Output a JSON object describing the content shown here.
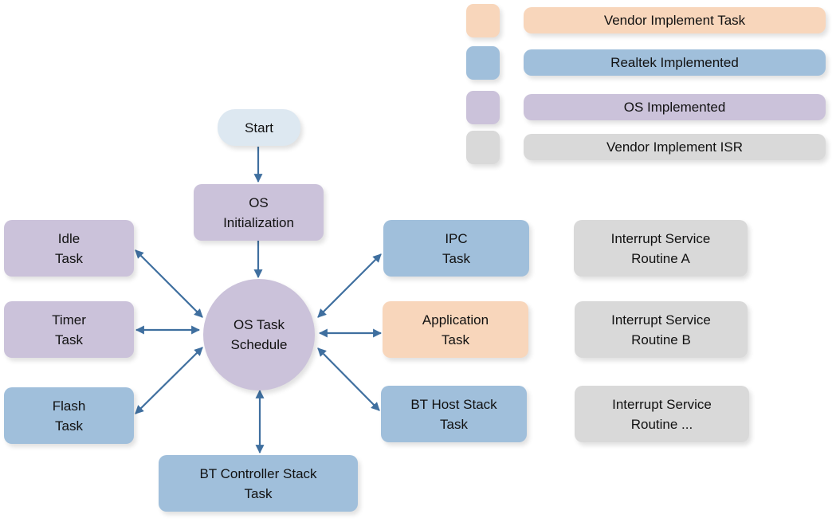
{
  "legend": [
    {
      "label": "Vendor Implement Task",
      "category": "vendor",
      "color": "#f8d6bb"
    },
    {
      "label": "Realtek Implemented",
      "category": "realtek",
      "color": "#a0bfdb"
    },
    {
      "label": "OS Implemented",
      "category": "os",
      "color": "#cbc2da"
    },
    {
      "label": "Vendor Implement ISR",
      "category": "isr",
      "color": "#d9d9d9"
    }
  ],
  "nodes": {
    "start": "Start",
    "os_init": "OS\nInitialization",
    "scheduler": "OS Task\nSchedule",
    "idle": "Idle\nTask",
    "timer": "Timer\nTask",
    "flash": "Flash\nTask",
    "bt_controller": "BT Controller Stack\nTask",
    "ipc": "IPC\nTask",
    "application": "Application\nTask",
    "bt_host": "BT Host Stack\nTask",
    "isr_a": "Interrupt Service\nRoutine A",
    "isr_b": "Interrupt Service\nRoutine B",
    "isr_more": "Interrupt Service\nRoutine ..."
  },
  "edges": [
    {
      "from": "start",
      "to": "os_init",
      "type": "one-way"
    },
    {
      "from": "os_init",
      "to": "scheduler",
      "type": "one-way"
    },
    {
      "from": "scheduler",
      "to": "idle",
      "type": "two-way"
    },
    {
      "from": "scheduler",
      "to": "timer",
      "type": "two-way"
    },
    {
      "from": "scheduler",
      "to": "flash",
      "type": "two-way"
    },
    {
      "from": "scheduler",
      "to": "bt_controller",
      "type": "two-way"
    },
    {
      "from": "scheduler",
      "to": "ipc",
      "type": "two-way"
    },
    {
      "from": "scheduler",
      "to": "application",
      "type": "two-way"
    },
    {
      "from": "scheduler",
      "to": "bt_host",
      "type": "two-way"
    }
  ],
  "colors": {
    "arrow": "#3f6f9f"
  }
}
